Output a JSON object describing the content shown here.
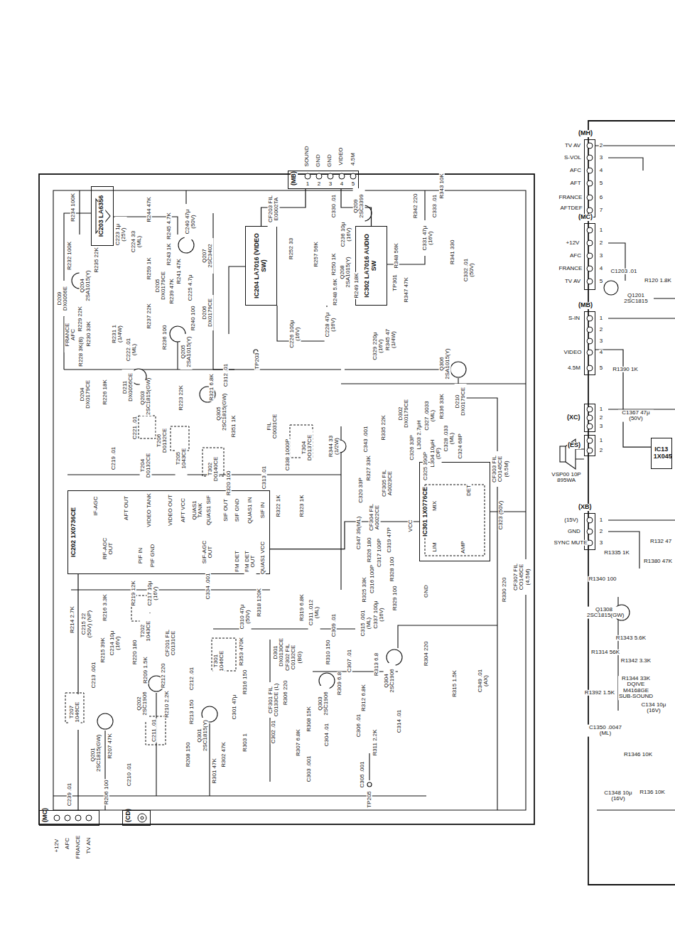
{
  "diagram": {
    "nodes": [
      {
        "text": [
          "IC203 LA6356"
        ]
      },
      {
        "text": [
          "IC204 LA7016 (VIDEO SW)"
        ]
      },
      {
        "text": [
          "IC302 LA7016 AUDIO SW"
        ]
      },
      {
        "text": [
          "IC202 1X0736CE"
        ]
      },
      {
        "text": [
          "IC301 1X0776CE"
        ]
      },
      {
        "text": [
          "(MB)"
        ]
      },
      {
        "text": [
          "(MC)"
        ]
      },
      {
        "text": [
          "(CD)"
        ]
      },
      {
        "text": [
          "(MH)"
        ]
      },
      {
        "text": [
          "(MC)"
        ]
      },
      {
        "text": [
          "(MB)"
        ]
      },
      {
        "text": [
          "(XC)"
        ]
      },
      {
        "text": [
          "(ES)"
        ]
      },
      {
        "text": [
          "(XB)"
        ]
      },
      {
        "text": [
          "IC13",
          "1X045"
        ]
      }
    ],
    "edges": [
      {
        "from": 1,
        "to": 5,
        "arrow": "none"
      },
      {
        "from": 2,
        "to": 5,
        "arrow": "none"
      },
      {
        "from": 3,
        "to": 4,
        "arrow": "none"
      },
      {
        "from": 6,
        "to": 3,
        "arrow": "none"
      },
      {
        "from": 10,
        "to": 14,
        "arrow": "none"
      }
    ],
    "labels": [
      "SOUND",
      "GND",
      "GND",
      "VIDEO",
      "4.5M",
      "1",
      "2",
      "3",
      "4",
      "5",
      "R343 10K",
      "R234 100K",
      "R232 100K",
      "Q204 2SA1015(Y)",
      "R235 22K",
      "C223 1μ (25V)",
      "C224 33 (ML)",
      "R244 47K",
      "R245 4.7K",
      "C240 47μ (50V)",
      "R243 1K",
      "Q207 2SC3402",
      "R259 1K",
      "D205 DX0179CE",
      "R241 47K",
      "R239 47K",
      "C225 4.7μ",
      "R237 22K",
      "R240 100",
      "D206 DX0179CE",
      "R236 100",
      "Q205 2SA1015(Y)",
      "C222 .01 (ML)",
      "R231 1 (1/4W)",
      "D209 DX0056E",
      "FRANCE AFC",
      "R229 22K",
      "R230 33K",
      "R228 3K(B)",
      "D204 DX0179CE",
      "R226 18K",
      "D211 DX0056CE",
      "Q203 2SC1815(GW)",
      "R223 22K",
      "R321 6.8K",
      "C312 .01",
      "Q305 2SC1815(GW)",
      "R351 1K",
      "C221 .01",
      "C219 .01",
      "T206 D0132CE",
      "T204 D0132CE",
      "T205 1043CE",
      "T302 D0140CE",
      "R320 100",
      "FIL C0031CE",
      "C338 1000P",
      "C313 .01",
      "R322 1K",
      "R323 1K",
      "T304 DO137CE",
      "R344 33 (1/2W)",
      "C343 .001",
      "R327 33K",
      "C320 33P",
      "CF305 FIL A0023CE",
      "CF304 FIL A0022CE",
      "C347 39(ML)",
      "R326 180",
      "C319 47P",
      "C317 100P",
      "C316 100P",
      "R328 100",
      "R325 33K",
      "C315 .001 (ML)",
      "C337 100μ (16V)",
      "R329 100",
      "R319 6.8K",
      "C311 .012 (ML)",
      "MIX",
      "DET",
      "LIM",
      "AMP",
      "VCC",
      "GND",
      "D210 DX0179CE",
      "D302 DX0179CE",
      "R336 33K",
      "C327 .0033 (ML)",
      "C328 .033 (ML)",
      "R335 22K",
      "L303 2.7μH",
      "L304 10μH (DF)",
      "C326 33P",
      "C325 390P",
      "C324 68P",
      "CF303 FIL CO145CE (6.5M)",
      "C323 (50V)",
      "R330 220",
      "CF307 FIL CO145CE (4.5M)",
      "CF203 FIL E0002TA",
      "R252 33",
      "R257 56K",
      "C236 10μ (16V)",
      "Q209 2SC3399",
      "C330 .01",
      "R342 220",
      "C333 .01",
      "C331 47μ (16V)",
      "R341 330",
      "C332 .01 (50V)",
      "R348 56K",
      "Q208 2SA1015(Y)",
      "R250 1K",
      "R248 5.6K",
      "R249 18K",
      "TP301",
      "R347 47K",
      "C228 47μ (16V)",
      "C226 100μ (16V)",
      "TP203",
      "C329 220μ (16V)",
      "R345 47 (1/4W)",
      "Q306 2SA1015(Y)",
      "C217 10μ (16V)",
      "R219 12K",
      "R216 3.3K",
      "C334 .001",
      "C310 47μ (50V)",
      "R318 120K",
      "R353 470K",
      "T301 1046CE",
      "D301 DX0130CE",
      "CF302 FIL C0132CE (BG)",
      "C309 .01",
      "R310 150",
      "C307 .01",
      "R316 150",
      "CF301 FIL C0133CE (L)",
      "R306 220",
      "Q303 2SC1906",
      "R309 6.8",
      "R313 6.8",
      "Q304 2SC1906",
      "R304 220",
      "R315 1.5K",
      "C349 .01 (AX)",
      "R312 6.8K",
      "C302 .01",
      "R308 15K",
      "R307 6.8K",
      "C304 .01",
      "C306 .01",
      "R311 2.2K",
      "C314 .01",
      "C303 .001",
      "C305 .001",
      "TP205",
      "R214 2.7K",
      "C215 22 (50V) (NP)",
      "R215 39K",
      "C214 10μ (16V)",
      "R220 180",
      "T202 1043CE",
      "CF201 FIL C0131CE",
      "T207 1046CE",
      "C213 .001",
      "Q201 2SC1815(GW)",
      "R207 47K",
      "R206 100",
      "Q202 2SC1906",
      "R209 1.5K",
      "R212 220",
      "R210 2.2K",
      "C212 .01",
      "R213 150",
      "C211 .01",
      "R208 150",
      "C210 .01",
      "Q301 2SC1815(Y)",
      "C301 47μ",
      "R302 47K",
      "R301 47K",
      "R303 1",
      "C239 .01",
      "+12V",
      "AFC",
      "FRANCE",
      "TV AN",
      "IF-AGC",
      "RF-AGC OUT",
      "AFT OUT",
      "VIDEO TANK",
      "PIF IN",
      "PIF GND",
      "VIDEO OUT",
      "AFT VCC",
      "QUAS1 TANK",
      "QUAS1 SIF",
      "SIF-AGC OUT",
      "SIF OUT",
      "SIF GND",
      "QUAS1 IN",
      "SIF IN",
      "FM DET",
      "FM DET OUT",
      "QUAS1 VCC",
      "TV AV",
      "S-VOL",
      "AFC",
      "AFT",
      "FRANCE",
      "AFTDEF",
      "2",
      "3",
      "4",
      "5",
      "6",
      "7",
      "1",
      "+12V",
      "AFC",
      "FRANCE",
      "TV AV",
      "2",
      "3",
      "4",
      "5",
      "S-IN",
      "VIDEO",
      "4.5M",
      "1",
      "2",
      "3",
      "4",
      "5",
      "1",
      "2",
      "3",
      "1",
      "2",
      "VSP00 10P 895WA",
      "(15V)",
      "GND",
      "SYNC MUTE",
      "1",
      "2",
      "3",
      "C1203 .01",
      "Q1201 2SC1815",
      "R120 1.8K",
      "R1390 1K",
      "C1367 47μ (50V)",
      "R1335 1K",
      "R1340 100",
      "Q1308 2SC1815(GW)",
      "R1343 5.6K",
      "R1314 56K",
      "R1342 3.3K",
      "R1344 33K DQIVE M4168GE SUB-SOUND",
      "R1392 1.5K",
      "C134 10μ (16V)",
      "C1350 .0047 (ML)",
      "R1346 10K",
      "C1348 10μ (16V)",
      "R136 10K",
      "R132 47",
      "R1380 47K"
    ]
  }
}
